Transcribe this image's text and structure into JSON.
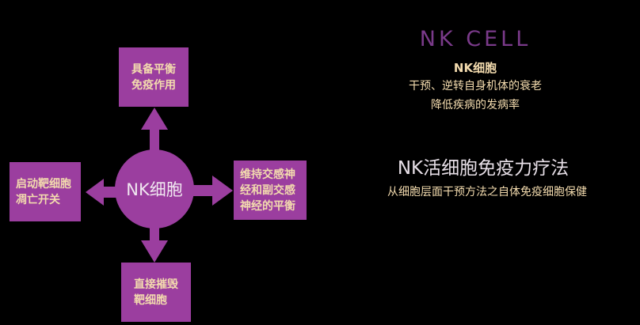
{
  "diagram": {
    "center": "NK细胞",
    "top": [
      "具备平衡",
      "免疫作用"
    ],
    "left": [
      "启动靶细胞",
      "凋亡开关"
    ],
    "right": [
      "维持交感神",
      "经和副交感",
      "神经的平衡"
    ],
    "bottom": [
      "直接摧毁",
      "靶细胞"
    ]
  },
  "panel": {
    "title_en": "NK  CELL",
    "subtitle": "NK细胞",
    "line1": "干预、逆转自身机体的衰老",
    "line2": "降低疾病的发病率",
    "heading": "NK活细胞免疫力疗法",
    "subheading": "从细胞层面干预方法之自体免疫细胞保健"
  },
  "colors": {
    "box": "#9b3e9f",
    "box_text": "#f3dbae",
    "title_en": "#7a3a8a"
  }
}
